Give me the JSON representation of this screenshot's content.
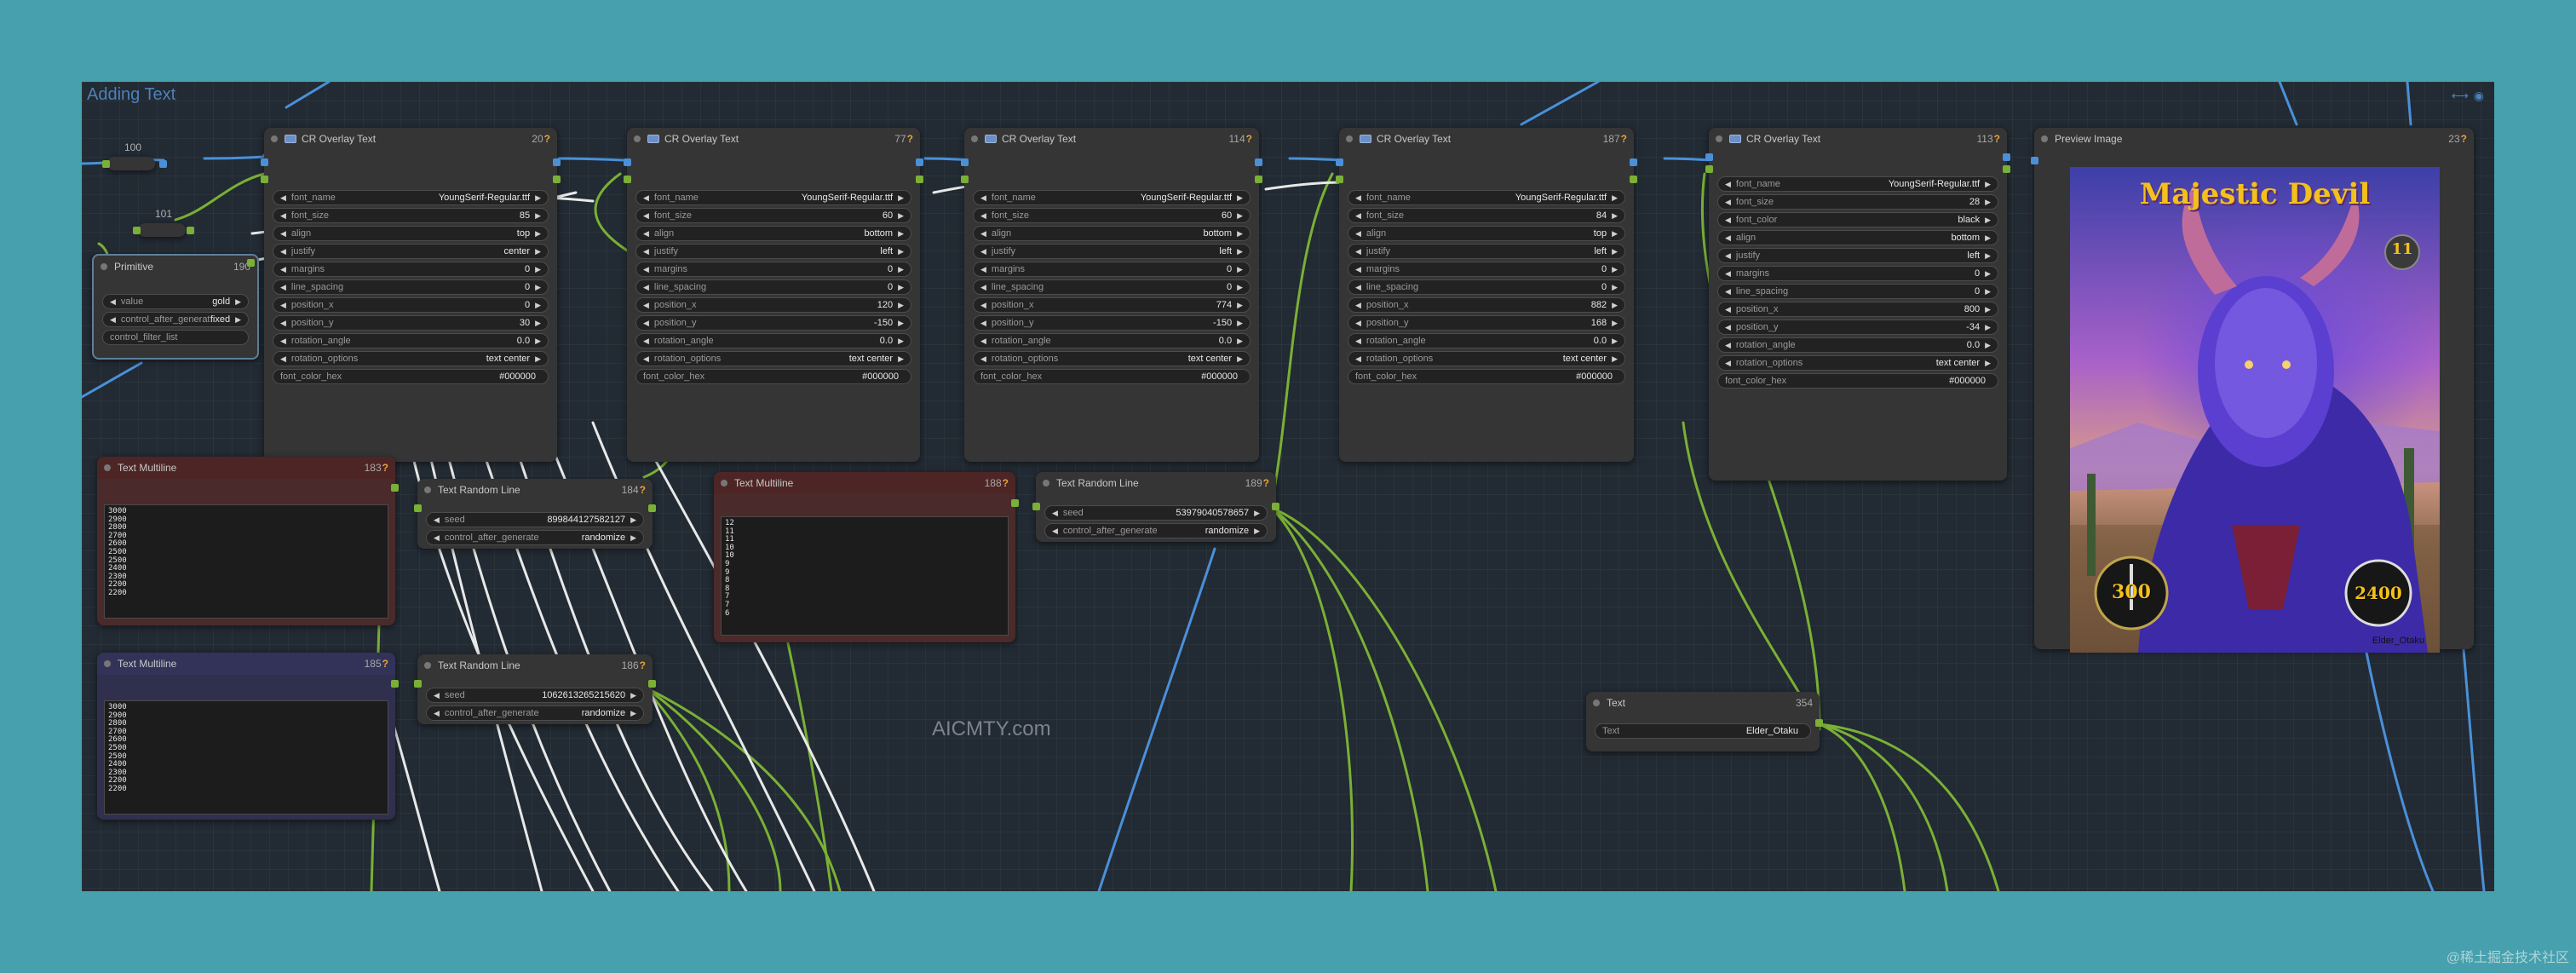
{
  "group": {
    "title": "Adding Text"
  },
  "watermark": "AICMTY.com",
  "corner_watermark": "@稀土掘金技术社区",
  "colors": {
    "page_bg": "#47a0ad",
    "canvas_bg": "#222a33",
    "group_title": "#4c82b8",
    "accent_id": "#e8a33c",
    "wire_green": "#7ab035",
    "wire_blue": "#4a90d9",
    "wire_white": "#e8e8e8"
  },
  "small_nodes": {
    "n100": "100",
    "n101": "101"
  },
  "primitive": {
    "title": "Primitive",
    "id": "190",
    "widgets": [
      {
        "name": "value",
        "value": "gold"
      },
      {
        "name": "control_after_generate",
        "value": "fixed"
      }
    ],
    "filter_label": "control_filter_list"
  },
  "overlays": [
    {
      "title": "CR Overlay Text",
      "id": "20",
      "widgets": [
        {
          "name": "font_name",
          "value": "YoungSerif-Regular.ttf"
        },
        {
          "name": "font_size",
          "value": "85"
        },
        {
          "name": "align",
          "value": "top"
        },
        {
          "name": "justify",
          "value": "center"
        },
        {
          "name": "margins",
          "value": "0"
        },
        {
          "name": "line_spacing",
          "value": "0"
        },
        {
          "name": "position_x",
          "value": "0"
        },
        {
          "name": "position_y",
          "value": "30"
        },
        {
          "name": "rotation_angle",
          "value": "0.0"
        },
        {
          "name": "rotation_options",
          "value": "text center"
        }
      ],
      "hex_label": "font_color_hex",
      "hex_value": "#000000"
    },
    {
      "title": "CR Overlay Text",
      "id": "77",
      "widgets": [
        {
          "name": "font_name",
          "value": "YoungSerif-Regular.ttf"
        },
        {
          "name": "font_size",
          "value": "60"
        },
        {
          "name": "align",
          "value": "bottom"
        },
        {
          "name": "justify",
          "value": "left"
        },
        {
          "name": "margins",
          "value": "0"
        },
        {
          "name": "line_spacing",
          "value": "0"
        },
        {
          "name": "position_x",
          "value": "120"
        },
        {
          "name": "position_y",
          "value": "-150"
        },
        {
          "name": "rotation_angle",
          "value": "0.0"
        },
        {
          "name": "rotation_options",
          "value": "text center"
        }
      ],
      "hex_label": "font_color_hex",
      "hex_value": "#000000"
    },
    {
      "title": "CR Overlay Text",
      "id": "114",
      "widgets": [
        {
          "name": "font_name",
          "value": "YoungSerif-Regular.ttf"
        },
        {
          "name": "font_size",
          "value": "60"
        },
        {
          "name": "align",
          "value": "bottom"
        },
        {
          "name": "justify",
          "value": "left"
        },
        {
          "name": "margins",
          "value": "0"
        },
        {
          "name": "line_spacing",
          "value": "0"
        },
        {
          "name": "position_x",
          "value": "774"
        },
        {
          "name": "position_y",
          "value": "-150"
        },
        {
          "name": "rotation_angle",
          "value": "0.0"
        },
        {
          "name": "rotation_options",
          "value": "text center"
        }
      ],
      "hex_label": "font_color_hex",
      "hex_value": "#000000"
    },
    {
      "title": "CR Overlay Text",
      "id": "187",
      "widgets": [
        {
          "name": "font_name",
          "value": "YoungSerif-Regular.ttf"
        },
        {
          "name": "font_size",
          "value": "84"
        },
        {
          "name": "align",
          "value": "top"
        },
        {
          "name": "justify",
          "value": "left"
        },
        {
          "name": "margins",
          "value": "0"
        },
        {
          "name": "line_spacing",
          "value": "0"
        },
        {
          "name": "position_x",
          "value": "882"
        },
        {
          "name": "position_y",
          "value": "168"
        },
        {
          "name": "rotation_angle",
          "value": "0.0"
        },
        {
          "name": "rotation_options",
          "value": "text center"
        }
      ],
      "hex_label": "font_color_hex",
      "hex_value": "#000000"
    },
    {
      "title": "CR Overlay Text",
      "id": "113",
      "widgets": [
        {
          "name": "font_name",
          "value": "YoungSerif-Regular.ttf"
        },
        {
          "name": "font_size",
          "value": "28"
        },
        {
          "name": "font_color",
          "value": "black"
        },
        {
          "name": "align",
          "value": "bottom"
        },
        {
          "name": "justify",
          "value": "left"
        },
        {
          "name": "margins",
          "value": "0"
        },
        {
          "name": "line_spacing",
          "value": "0"
        },
        {
          "name": "position_x",
          "value": "800"
        },
        {
          "name": "position_y",
          "value": "-34"
        },
        {
          "name": "rotation_angle",
          "value": "0.0"
        },
        {
          "name": "rotation_options",
          "value": "text center"
        }
      ],
      "hex_label": "font_color_hex",
      "hex_value": "#000000"
    }
  ],
  "preview": {
    "title": "Preview Image",
    "id": "23",
    "poster_title": "Majestic Devil",
    "badge_top": "11",
    "left_medal": "300",
    "right_medal": "2400",
    "credit": "Elder_Otaku"
  },
  "multiline": [
    {
      "title": "Text Multiline",
      "id": "183",
      "text": "3000\n2900\n2800\n2700\n2600\n2500\n2500\n2400\n2300\n2200\n2200"
    },
    {
      "title": "Text Multiline",
      "id": "185",
      "text": "3000\n2900\n2800\n2700\n2600\n2500\n2500\n2400\n2300\n2200\n2200"
    },
    {
      "title": "Text Multiline",
      "id": "188",
      "text": "12\n11\n11\n10\n10\n9\n9\n8\n8\n7\n7\n6"
    }
  ],
  "random_lines": [
    {
      "title": "Text Random Line",
      "id": "184",
      "seed": "899844127582127",
      "control_label": "control_after_generate",
      "control_value": "randomize"
    },
    {
      "title": "Text Random Line",
      "id": "186",
      "seed": "1062613265215620",
      "control_label": "control_after_generate",
      "control_value": "randomize"
    },
    {
      "title": "Text Random Line",
      "id": "189",
      "seed": "53979040578657",
      "control_label": "control_after_generate",
      "control_value": "randomize"
    }
  ],
  "seed_label": "seed",
  "text_node": {
    "title": "Text",
    "id": "354",
    "label": "Text",
    "value": "Elder_Otaku"
  }
}
